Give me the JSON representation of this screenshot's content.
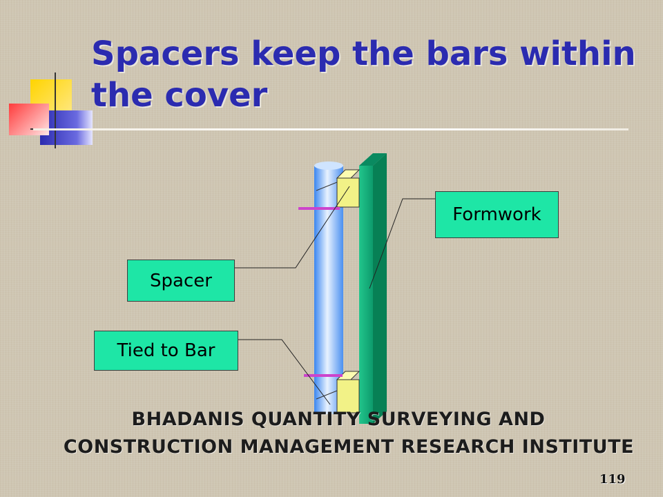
{
  "slide": {
    "title": "Spacers keep the bars within the cover",
    "labels": {
      "formwork": "Formwork",
      "spacer": "Spacer",
      "tied": "Tied to Bar"
    },
    "footer_line1": "BHADANIS QUANTITY SURVEYING AND",
    "footer_line2": "CONSTRUCTION MANAGEMENT RESEARCH INSTITUTE",
    "page_number": "119"
  },
  "colors": {
    "title": "#2b2bb0",
    "label_fill": "#1ee6a6",
    "formwork": "#12a878",
    "bar": "#7fb6ff",
    "spacer_block": "#f2f287",
    "tie": "#cc44cc",
    "logo_yellow": "#ffcc00",
    "logo_blue": "#2b2bb0",
    "logo_red": "#ff4d4d"
  }
}
